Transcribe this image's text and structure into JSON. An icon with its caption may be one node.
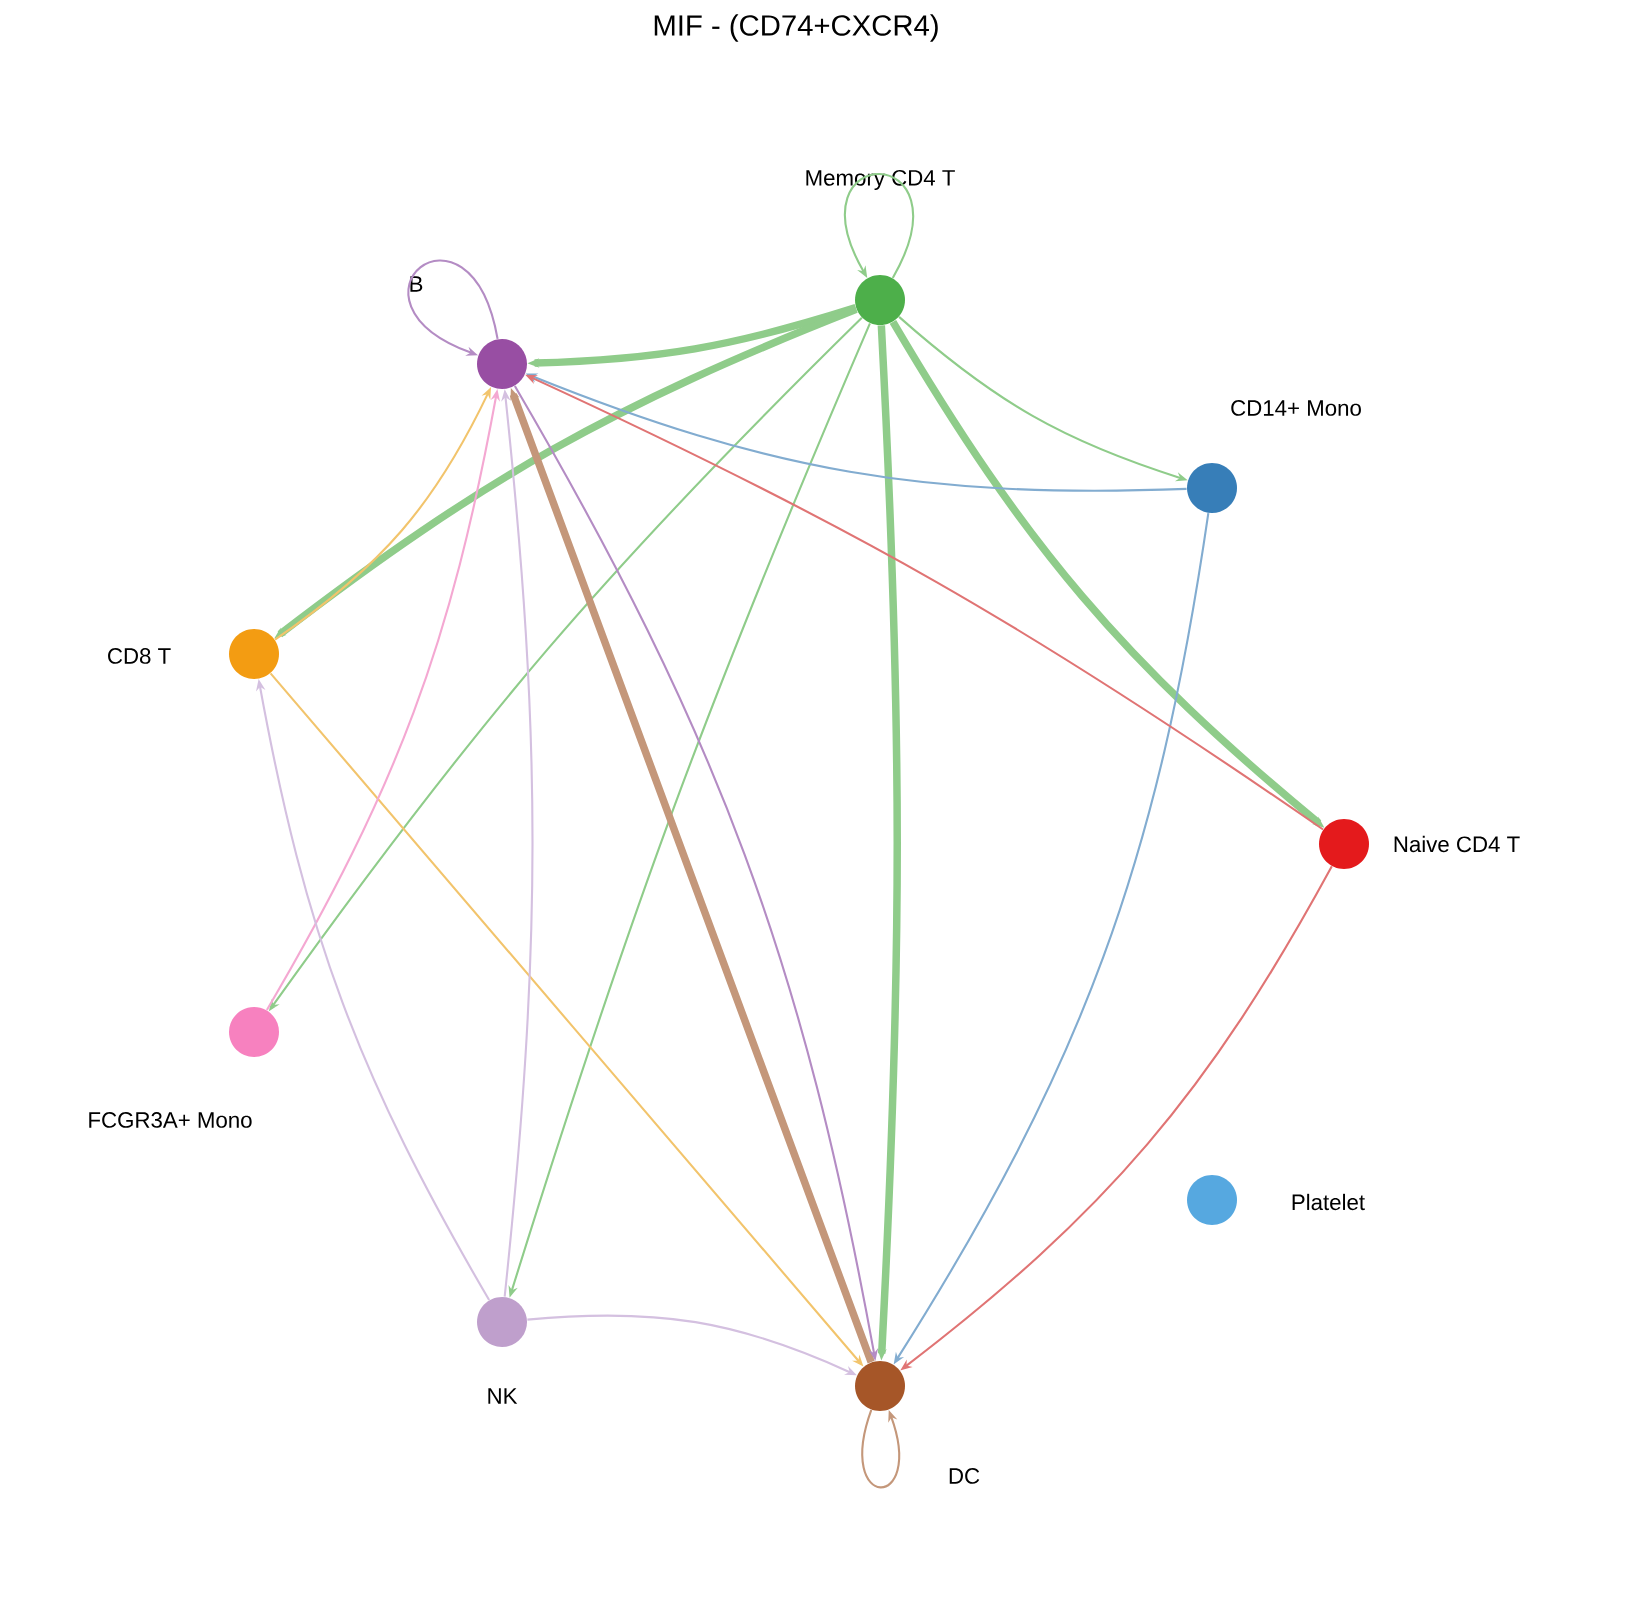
{
  "diagram": {
    "title": "MIF - (CD74+CXCR4)",
    "nodes": [
      {
        "text": [],
        "shape": "circle",
        "beside": [
          "Memory CD4 T"
        ]
      },
      {
        "text": [],
        "shape": "circle",
        "beside": [
          "CD14+ Mono"
        ]
      },
      {
        "text": [],
        "shape": "circle",
        "beside": [
          "Naive CD4 T"
        ]
      },
      {
        "text": [],
        "shape": "circle",
        "beside": [
          "Platelet"
        ]
      },
      {
        "text": [],
        "shape": "circle",
        "beside": [
          "DC"
        ]
      },
      {
        "text": [],
        "shape": "circle",
        "beside": [
          "NK"
        ]
      },
      {
        "text": [],
        "shape": "circle",
        "beside": [
          "FCGR3A+ Mono"
        ]
      },
      {
        "text": [],
        "shape": "circle",
        "beside": [
          "CD8 T"
        ]
      },
      {
        "text": [],
        "shape": "circle",
        "beside": [
          "B"
        ]
      }
    ],
    "edges": [
      {
        "from": 0,
        "to": 8,
        "arrow": "to",
        "style": "thick"
      },
      {
        "from": 0,
        "to": 7,
        "arrow": "to",
        "style": "thick"
      },
      {
        "from": 0,
        "to": 6,
        "arrow": "to"
      },
      {
        "from": 0,
        "to": 5,
        "arrow": "to"
      },
      {
        "from": 0,
        "to": 4,
        "arrow": "to",
        "style": "thick"
      },
      {
        "from": 0,
        "to": 2,
        "arrow": "to",
        "style": "thick"
      },
      {
        "from": 0,
        "to": 1,
        "arrow": "to"
      },
      {
        "from": 0,
        "to": 0,
        "arrow": "to"
      },
      {
        "from": 4,
        "to": 8,
        "arrow": "to",
        "style": "thick",
        "color": "#c4977a"
      },
      {
        "from": 4,
        "to": 4,
        "arrow": "to",
        "color": "#c4977a"
      },
      {
        "from": 8,
        "to": 4,
        "arrow": "to",
        "color": "#b48cc4"
      },
      {
        "from": 8,
        "to": 8,
        "arrow": "to",
        "color": "#b48cc4"
      },
      {
        "from": 1,
        "to": 8,
        "arrow": "to",
        "color": "#82acd0"
      },
      {
        "from": 1,
        "to": 4,
        "arrow": "to",
        "color": "#82acd0"
      },
      {
        "from": 2,
        "to": 8,
        "arrow": "to",
        "color": "#e07474"
      },
      {
        "from": 2,
        "to": 4,
        "arrow": "to",
        "color": "#e07474"
      },
      {
        "from": 7,
        "to": 8,
        "arrow": "to",
        "color": "#f2c46c"
      },
      {
        "from": 7,
        "to": 4,
        "arrow": "to",
        "color": "#f2c46c"
      },
      {
        "from": 6,
        "to": 8,
        "arrow": "to",
        "color": "#f4a8d2"
      },
      {
        "from": 5,
        "to": 8,
        "arrow": "to",
        "color": "#d4c0e0"
      },
      {
        "from": 5,
        "to": 7,
        "arrow": "to",
        "color": "#d4c0e0"
      },
      {
        "from": 5,
        "to": 4,
        "arrow": "to",
        "color": "#d4c0e0"
      }
    ]
  }
}
